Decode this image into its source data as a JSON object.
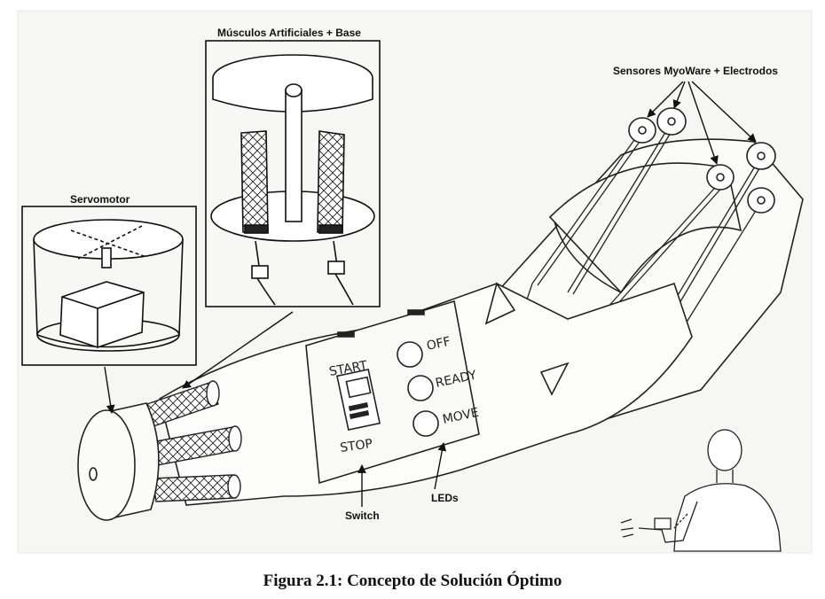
{
  "labels": {
    "musculos": "Músculos Artificiales + Base",
    "sensores": "Sensores MyoWare + Electrodos",
    "servomotor": "Servomotor",
    "switch": "Switch",
    "leds": "LEDs"
  },
  "panel": {
    "start": "START",
    "stop": "STOP",
    "off": "OFF",
    "ready": "READY",
    "move": "MOVE"
  },
  "caption": "Figura 2.1: Concepto de Solución Óptimo"
}
